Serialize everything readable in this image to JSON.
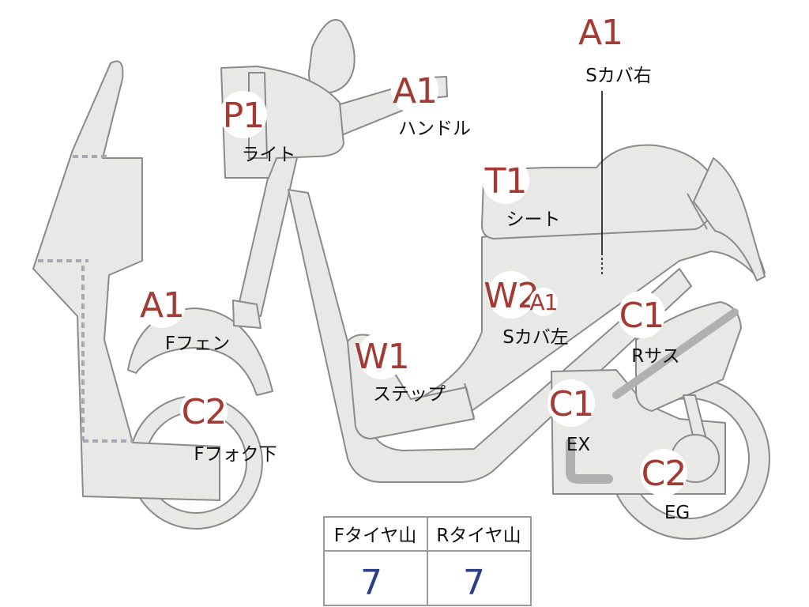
{
  "colors": {
    "body_fill": "#e8e8e6",
    "body_stroke": "#8a8a8a",
    "grade_text": "#a33a33",
    "badge_fill": "#ffffff",
    "table_value": "#2b3f86",
    "table_border": "#9a9a9a",
    "dash": "#a6a8b3"
  },
  "labels": [
    {
      "id": "light",
      "grade": "P1",
      "part": "ライト"
    },
    {
      "id": "handle",
      "grade": "A1",
      "part": "ハンドル"
    },
    {
      "id": "side-cover-right",
      "grade": "A1",
      "part": "Sカバ右"
    },
    {
      "id": "seat",
      "grade": "T1",
      "part": "シート"
    },
    {
      "id": "front-fender",
      "grade": "A1",
      "part": "Fフェン"
    },
    {
      "id": "side-cover-left",
      "grade": "W2",
      "grade_extra": "A1",
      "part": "Sカバ左"
    },
    {
      "id": "rear-suspension",
      "grade": "C1",
      "part": "Rサス"
    },
    {
      "id": "step",
      "grade": "W1",
      "part": "ステップ"
    },
    {
      "id": "front-fork-lower",
      "grade": "C2",
      "part": "Fフォク下"
    },
    {
      "id": "exhaust",
      "grade": "C1",
      "part": "EX"
    },
    {
      "id": "engine",
      "grade": "C2",
      "part": "EG"
    }
  ],
  "tread_table": {
    "front_label": "Fタイヤ山",
    "rear_label": "Rタイヤ山",
    "front_value": "7",
    "rear_value": "7"
  }
}
